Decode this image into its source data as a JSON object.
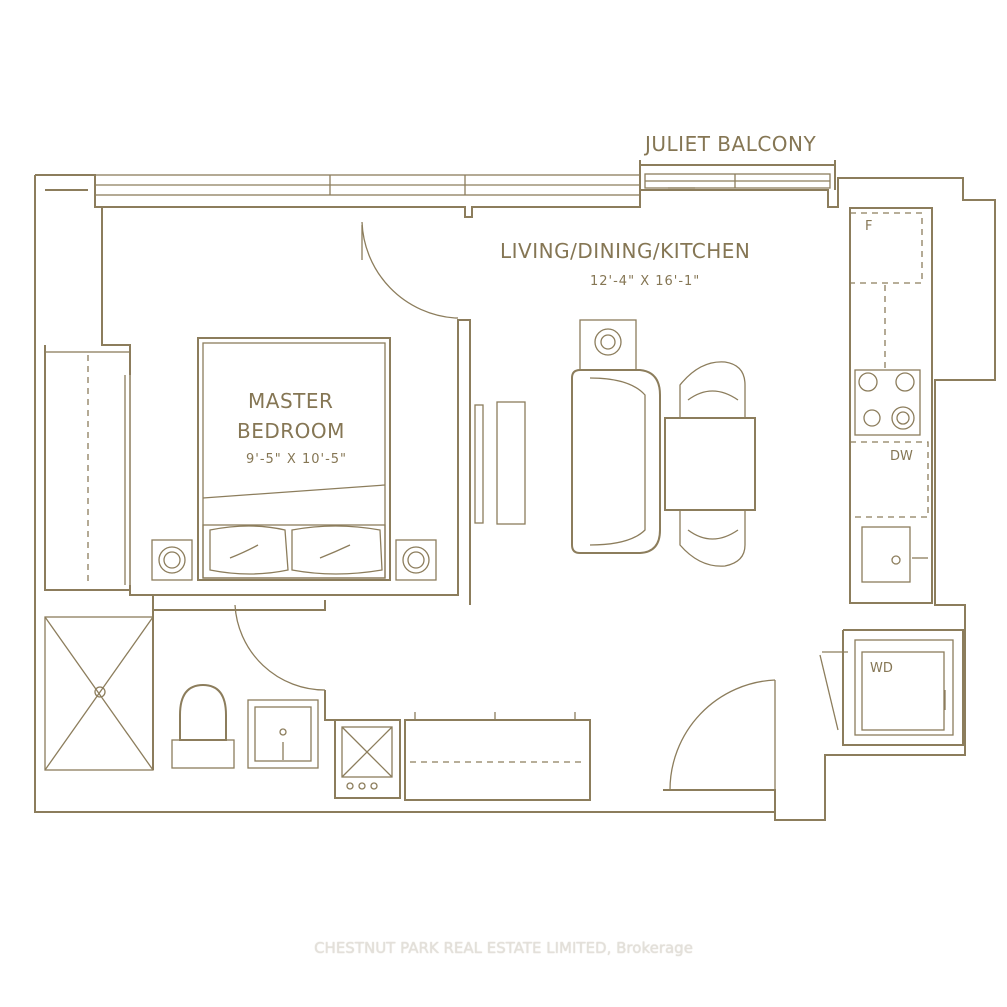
{
  "balcony": {
    "label": "JULIET BALCONY"
  },
  "living": {
    "title": "LIVING/DINING/KITCHEN",
    "dimensions": "12'-4\" X 16'-1\""
  },
  "bedroom": {
    "title_line1": "MASTER",
    "title_line2": "BEDROOM",
    "dimensions": "9'-5\" X 10'-5\""
  },
  "appliances": {
    "fridge": "F",
    "dishwasher": "DW",
    "washer_dryer": "WD"
  },
  "watermark": "CHESTNUT PARK REAL ESTATE LIMITED, Brokerage",
  "colors": {
    "line": "#8c7d5c",
    "text": "#857654",
    "background": "#ffffff"
  }
}
